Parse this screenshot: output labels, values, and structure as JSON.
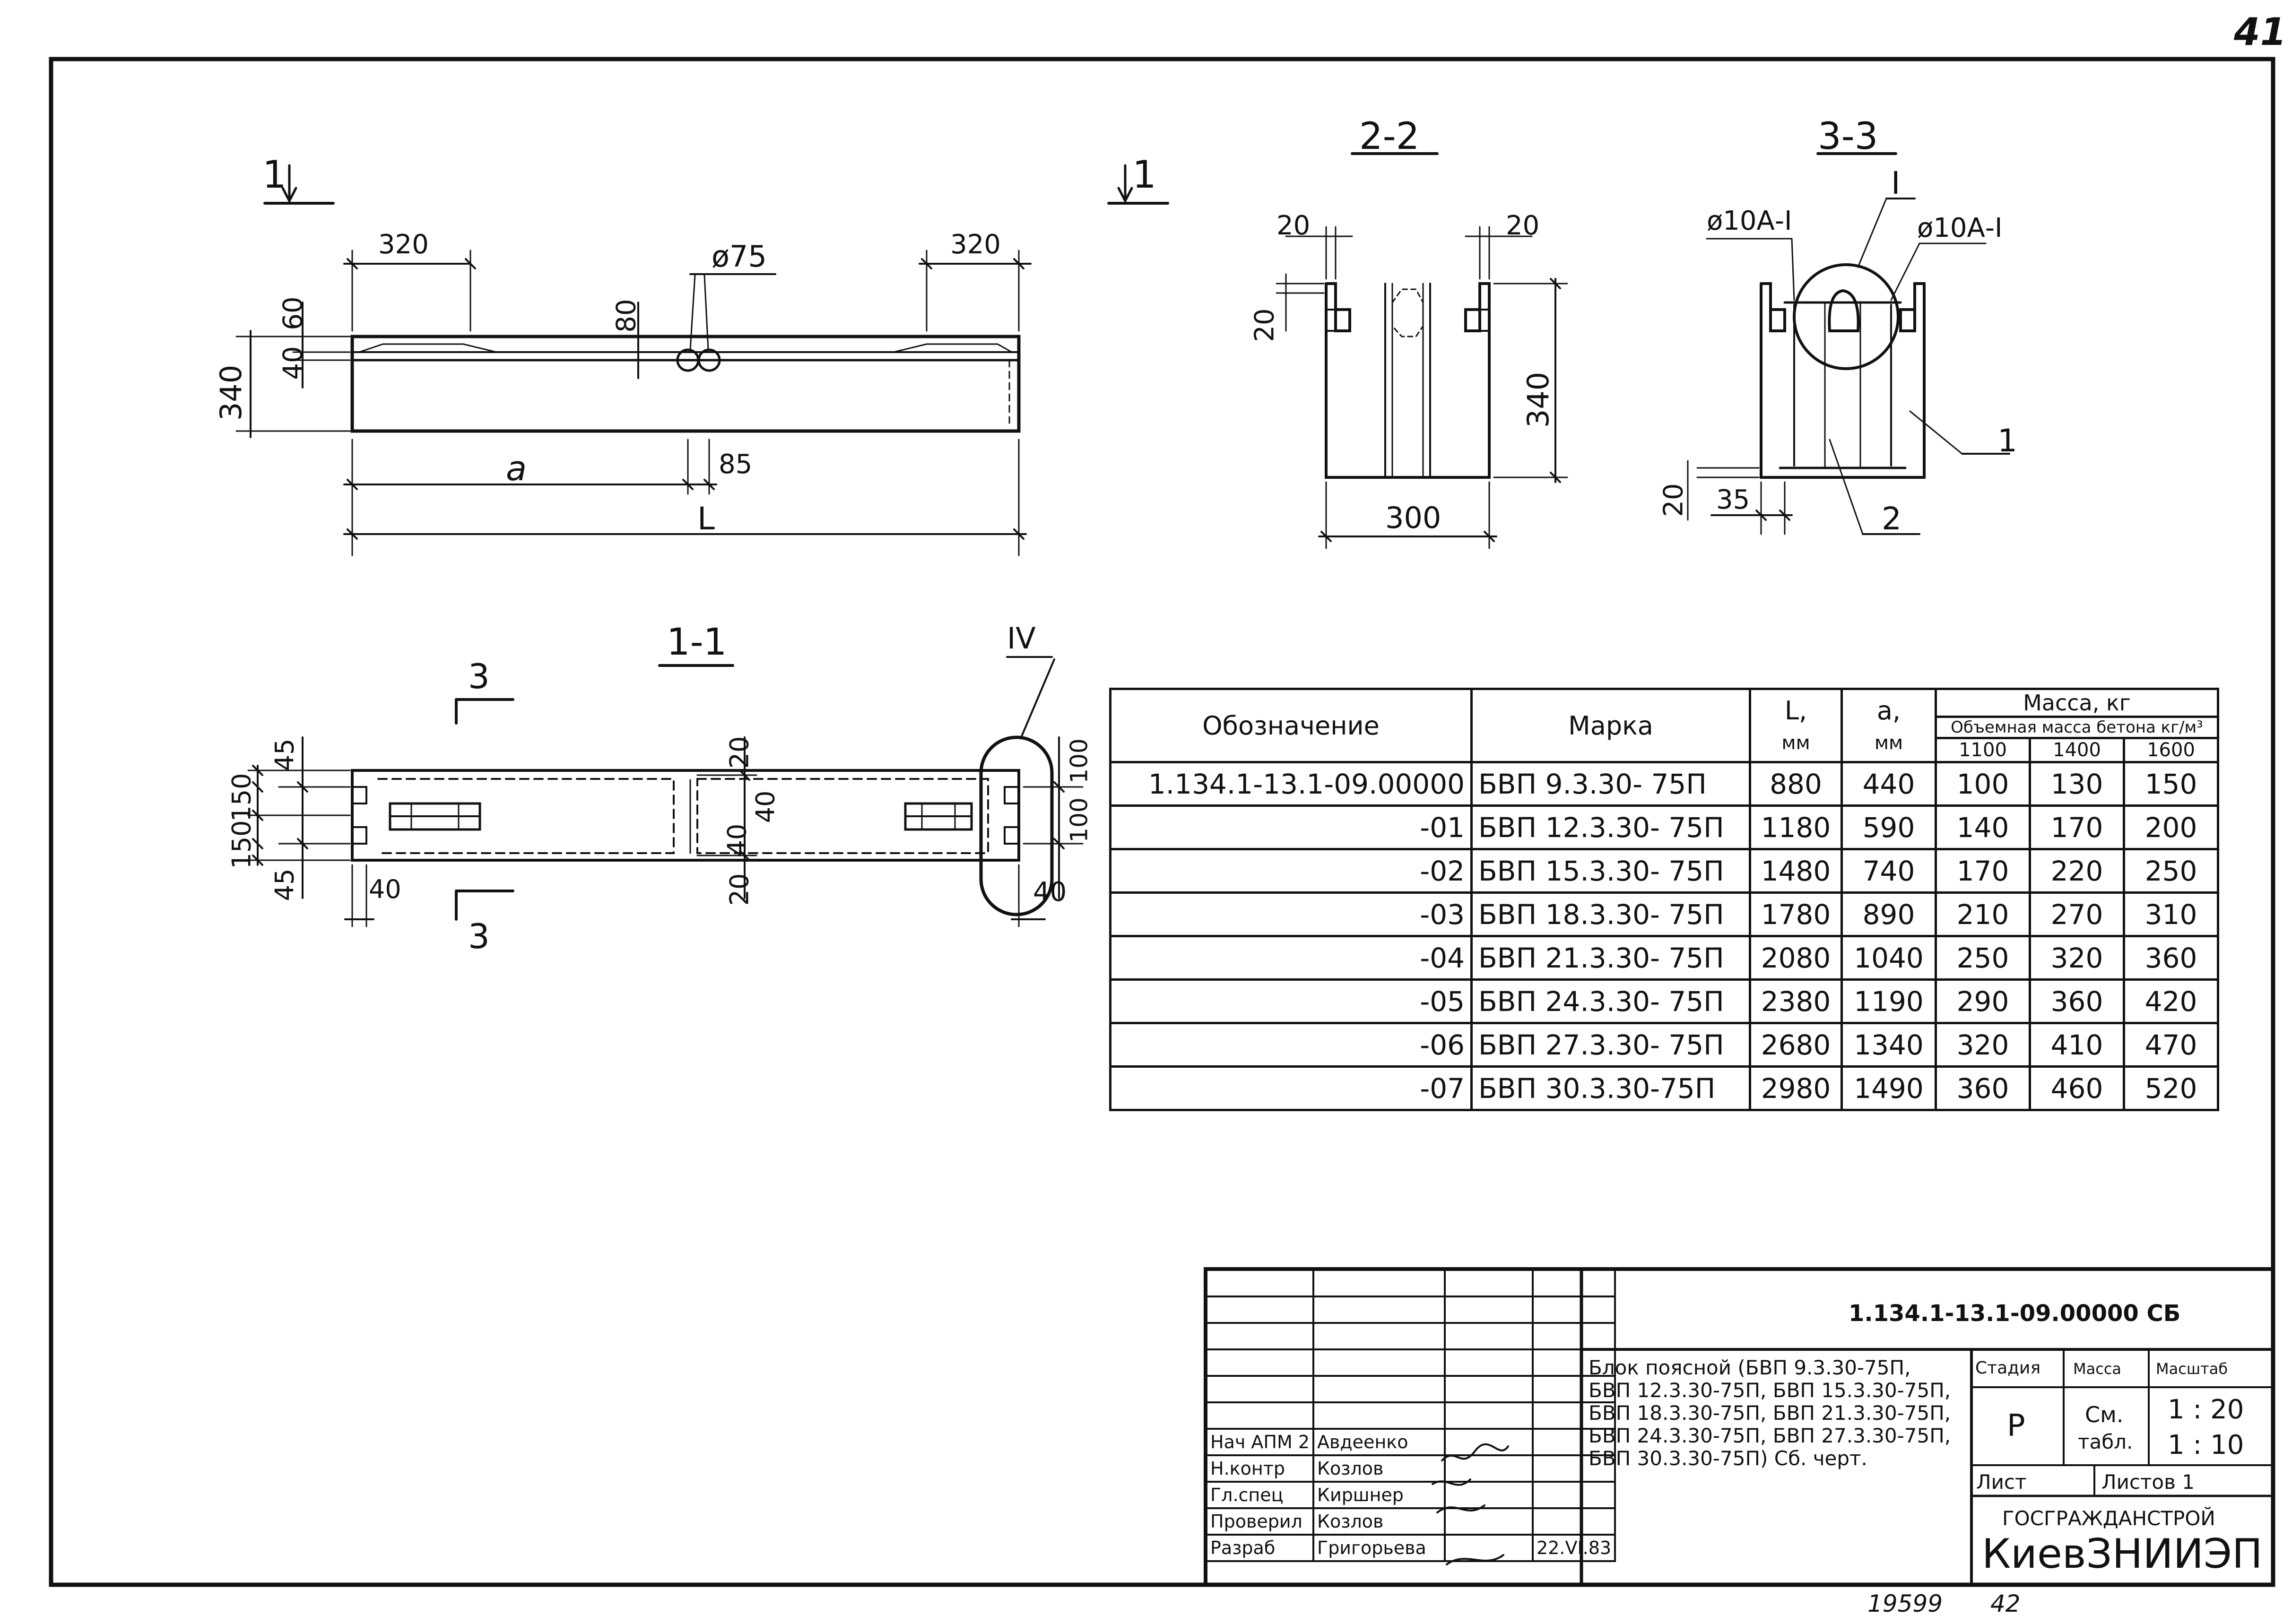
{
  "page_number": "41",
  "footer": {
    "inventory_number": "19599",
    "sheet_index": "42"
  },
  "views": {
    "front": {
      "cut_marks": [
        "1",
        "1"
      ],
      "dims": {
        "left_top": "320",
        "right_top": "320",
        "hole": "ø75",
        "h60": "60",
        "h40": "40",
        "h340": "340",
        "h80": "80",
        "a": "a",
        "d85": "85",
        "L": "L"
      }
    },
    "section_2_2": {
      "title": "2-2",
      "dims": {
        "t20_left": "20",
        "t20_right": "20",
        "side20": "20",
        "height340": "340",
        "width300": "300"
      }
    },
    "section_3_3": {
      "title": "3-3",
      "dims": {
        "bar_left": "ø10А-I",
        "bar_right": "ø10А-I",
        "node": "I",
        "pos1": "1",
        "pos2": "2",
        "d20": "20",
        "d35": "35"
      }
    },
    "section_1_1": {
      "title": "1-1",
      "node": "IV",
      "cut_marks": [
        "3",
        "3"
      ],
      "dims": {
        "d45a": "45",
        "d150a": "150",
        "d150b": "150",
        "d45b": "45",
        "d40a": "40",
        "d20a": "20",
        "d40b": "40",
        "d40c": "40",
        "d20b": "20",
        "d100a": "100",
        "d100b": "100",
        "d40d": "40"
      }
    }
  },
  "spec_table": {
    "headers": {
      "designation": "Обозначение",
      "mark": "Марка",
      "L": "L,",
      "L_unit": "мм",
      "a": "a,",
      "a_unit": "мм",
      "mass": "Масса, кг",
      "mass_sub": "Объемная масса бетона кг/м³",
      "d1100": "1100",
      "d1400": "1400",
      "d1600": "1600"
    },
    "rows": [
      {
        "designation": "1.134.1-13.1-09.00000",
        "mark": "БВП 9.3.30- 75П",
        "L": "880",
        "a": "440",
        "m1100": "100",
        "m1400": "130",
        "m1600": "150"
      },
      {
        "designation": "-01",
        "mark": "БВП 12.3.30- 75П",
        "L": "1180",
        "a": "590",
        "m1100": "140",
        "m1400": "170",
        "m1600": "200"
      },
      {
        "designation": "-02",
        "mark": "БВП 15.3.30- 75П",
        "L": "1480",
        "a": "740",
        "m1100": "170",
        "m1400": "220",
        "m1600": "250"
      },
      {
        "designation": "-03",
        "mark": "БВП 18.3.30- 75П",
        "L": "1780",
        "a": "890",
        "m1100": "210",
        "m1400": "270",
        "m1600": "310"
      },
      {
        "designation": "-04",
        "mark": "БВП 21.3.30- 75П",
        "L": "2080",
        "a": "1040",
        "m1100": "250",
        "m1400": "320",
        "m1600": "360"
      },
      {
        "designation": "-05",
        "mark": "БВП 24.3.30- 75П",
        "L": "2380",
        "a": "1190",
        "m1100": "290",
        "m1400": "360",
        "m1600": "420"
      },
      {
        "designation": "-06",
        "mark": "БВП 27.3.30- 75П",
        "L": "2680",
        "a": "1340",
        "m1100": "320",
        "m1400": "410",
        "m1600": "470"
      },
      {
        "designation": "-07",
        "mark": "БВП 30.3.30-75П",
        "L": "2980",
        "a": "1490",
        "m1100": "360",
        "m1400": "460",
        "m1600": "520"
      }
    ]
  },
  "title_block": {
    "doc_code": "1.134.1-13.1-09.00000 СБ",
    "name_lines": [
      "Блок поясной (БВП 9.3.30-75П,",
      "БВП 12.3.30-75П, БВП 15.3.30-75П,",
      "БВП 18.3.30-75П, БВП 21.3.30-75П,",
      "БВП 24.3.30-75П, БВП 27.3.30-75П,",
      "БВП 30.3.30-75П) Сб. черт."
    ],
    "stage_label": "Стадия",
    "mass_label": "Масса",
    "scale_label": "Масштаб",
    "stage": "Р",
    "mass_line1": "См.",
    "mass_line2": "табл.",
    "scale1": "1 : 20",
    "scale2": "1 : 10",
    "sheet_label": "Лист",
    "sheets_label": "Листов 1",
    "org1": "ГОСГРАЖДАНСТРОЙ",
    "org2": "КиевЗНИИЭП",
    "signatures": [
      {
        "role": "Нач АПМ 2",
        "name": "Авдеенко",
        "date": ""
      },
      {
        "role": "Н.контр",
        "name": "Козлов",
        "date": ""
      },
      {
        "role": "Гл.спец",
        "name": "Киршнер",
        "date": ""
      },
      {
        "role": "Проверил",
        "name": "Козлов",
        "date": ""
      },
      {
        "role": "Разраб",
        "name": "Григорьева",
        "date": "22.VI.83"
      }
    ]
  }
}
